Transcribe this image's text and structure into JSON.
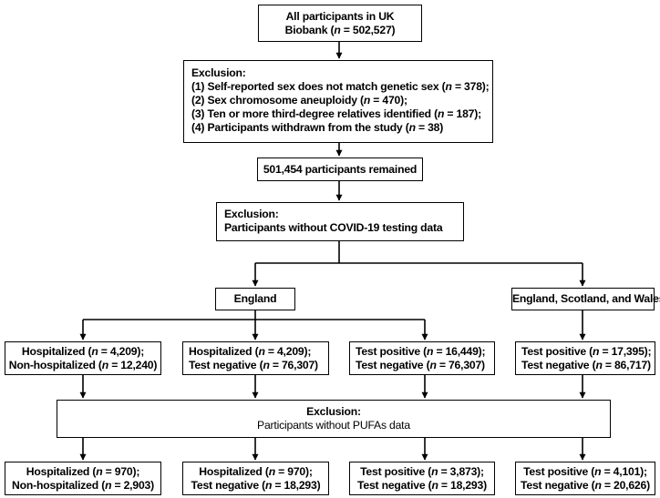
{
  "n_symbol": "n",
  "colors": {
    "stroke": "#000000",
    "background": "#ffffff"
  },
  "top": {
    "line1": "All participants in UK",
    "line2_prefix": "Biobank (",
    "line2_suffix": " = 502,527)"
  },
  "exclusion1": {
    "heading": "Exclusion:",
    "items": [
      {
        "prefix": "(1) Self-reported sex does not match genetic sex (",
        "suffix": " = 378);"
      },
      {
        "prefix": "(2) Sex chromosome aneuploidy (",
        "suffix": " = 470);"
      },
      {
        "prefix": "(3) Ten or more third-degree relatives identified (",
        "suffix": " = 187);"
      },
      {
        "prefix": "(4) Participants withdrawn from the study (",
        "suffix": " = 38)"
      }
    ]
  },
  "remained": {
    "text": "501,454 participants remained"
  },
  "exclusion2": {
    "heading": "Exclusion:",
    "text": "Participants without COVID-19 testing data"
  },
  "regions": {
    "left": "England",
    "right": "England, Scotland, and Wales"
  },
  "middle_row": [
    {
      "a_prefix": "Hospitalized (",
      "a_suffix": " = 4,209);",
      "b_prefix": "Non-hospitalized (",
      "b_suffix": " = 12,240)"
    },
    {
      "a_prefix": "Hospitalized (",
      "a_suffix": " = 4,209);",
      "b_prefix": "Test negative (",
      "b_suffix": " = 76,307)"
    },
    {
      "a_prefix": "Test positive (",
      "a_suffix": " = 16,449);",
      "b_prefix": "Test negative (",
      "b_suffix": " = 76,307)"
    },
    {
      "a_prefix": "Test positive (",
      "a_suffix": " = 17,395);",
      "b_prefix": "Test negative (",
      "b_suffix": " = 86,717)"
    }
  ],
  "exclusion3": {
    "heading": "Exclusion:",
    "text": "Participants without PUFAs data"
  },
  "bottom_row": [
    {
      "a_prefix": "Hospitalized (",
      "a_suffix": " = 970);",
      "b_prefix": "Non-hospitalized (",
      "b_suffix": " = 2,903)"
    },
    {
      "a_prefix": "Hospitalized (",
      "a_suffix": " = 970);",
      "b_prefix": "Test negative (",
      "b_suffix": " = 18,293)"
    },
    {
      "a_prefix": "Test positive (",
      "a_suffix": " = 3,873);",
      "b_prefix": "Test negative (",
      "b_suffix": " = 18,293)"
    },
    {
      "a_prefix": "Test positive (",
      "a_suffix": " = 4,101);",
      "b_prefix": "Test negative (",
      "b_suffix": " = 20,626)"
    }
  ]
}
